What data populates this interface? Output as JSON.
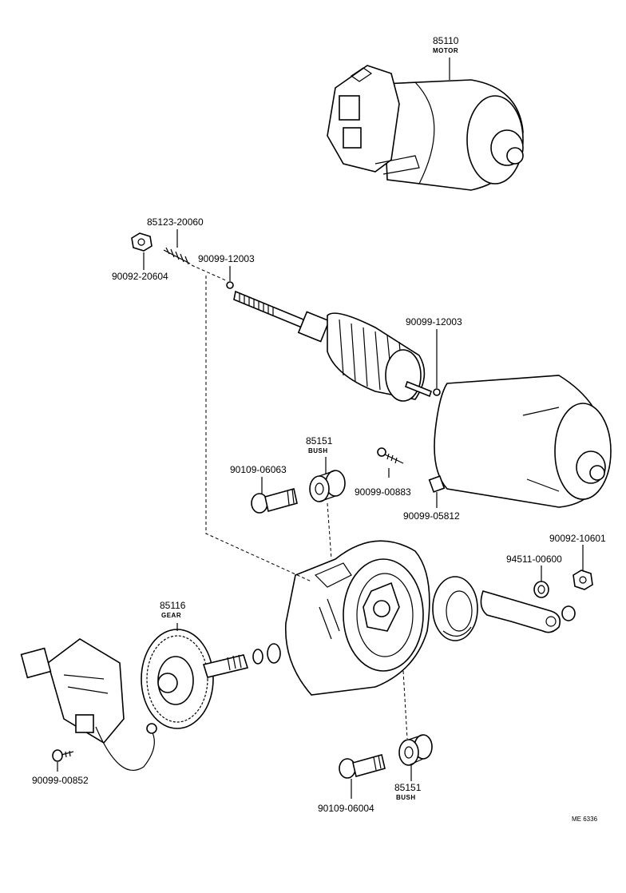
{
  "diagram": {
    "labels": {
      "motor_num": "85110",
      "motor_name": "MOTOR",
      "spring": "85123-20060",
      "nut_top": "90092-20604",
      "ring_top": "90099-12003",
      "ring_right": "90099-12003",
      "bush_top_num": "85151",
      "bush_top_name": "BUSH",
      "screw_left": "90109-06063",
      "screw_small": "90099-00883",
      "clip": "90099-05812",
      "nut_right": "90092-10601",
      "washer_right": "94511-00600",
      "gear_num": "85116",
      "gear_name": "GEAR",
      "screw_bottom_left": "90099-00852",
      "screw_bottom": "90109-06004",
      "bush_bottom_num": "85151",
      "bush_bottom_name": "BUSH",
      "code": "ME 6336"
    }
  }
}
